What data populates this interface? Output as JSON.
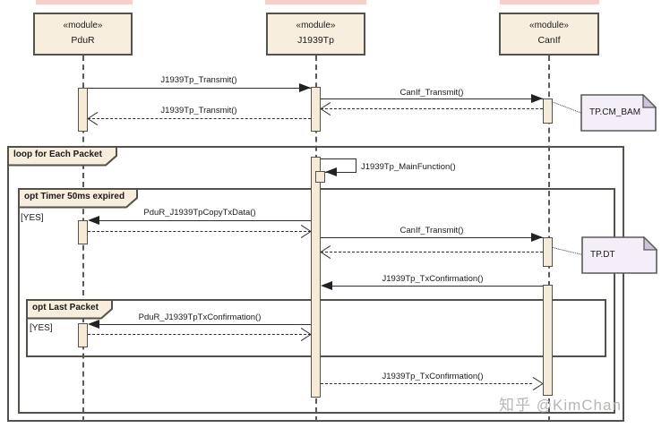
{
  "modules": [
    {
      "stereotype": "«module»",
      "name": "PduR"
    },
    {
      "stereotype": "«module»",
      "name": "J1939Tp"
    },
    {
      "stereotype": "«module»",
      "name": "CanIf"
    }
  ],
  "fragments": [
    {
      "label": "loop for Each Packet",
      "guard": ""
    },
    {
      "label": "opt Timer 50ms expired",
      "guard": "[YES]"
    },
    {
      "label": "opt Last Packet",
      "guard": "[YES]"
    }
  ],
  "messages": [
    {
      "label": "J1939Tp_Transmit()"
    },
    {
      "label": "J1939Tp_Transmit()"
    },
    {
      "label": "CanIf_Transmit()"
    },
    {
      "label": "J1939Tp_MainFunction()"
    },
    {
      "label": "PduR_J1939TpCopyTxData()"
    },
    {
      "label": "CanIf_Transmit()"
    },
    {
      "label": "J1939Tp_TxConfirmation()"
    },
    {
      "label": "PduR_J1939TpTxConfirmation()"
    },
    {
      "label": "J1939Tp_TxConfirmation()"
    }
  ],
  "notes": [
    {
      "text": "TP.CM_BAM"
    },
    {
      "text": "TP.DT"
    }
  ],
  "watermark": "知乎 @KimChan",
  "colors": {
    "element_fill": "#f8eedd",
    "note_fill": "#f3eef8",
    "border": "#55524a",
    "line": "#2e2e2e",
    "watermark": "#b2b2b2"
  }
}
